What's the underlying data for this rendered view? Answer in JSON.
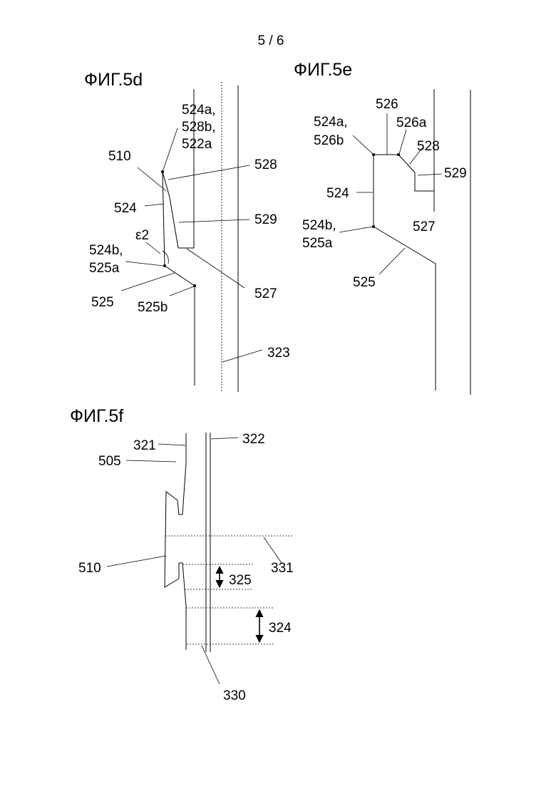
{
  "page_number": "5 / 6",
  "fig5d": {
    "title": "ФИГ.5d",
    "labels": {
      "l524a": "524a,",
      "l528b": "528b,",
      "l522a": "522a",
      "l510": "510",
      "l528": "528",
      "l524": "524",
      "l529": "529",
      "eps2": "ε2",
      "l524b": "524b,",
      "l525a": "525a",
      "l525": "525",
      "l525b": "525b",
      "l527": "527",
      "l323": "323"
    }
  },
  "fig5e": {
    "title": "ФИГ.5e",
    "labels": {
      "l526": "526",
      "l524a": "524a,",
      "l526b": "526b",
      "l526a": "526a",
      "l528": "528",
      "l529": "529",
      "l524": "524",
      "l524b": "524b,",
      "l525a": "525a",
      "l527": "527",
      "l525": "525"
    }
  },
  "fig5f": {
    "title": "ФИГ.5f",
    "labels": {
      "l321": "321",
      "l322": "322",
      "l505": "505",
      "l510": "510",
      "l331": "331",
      "l325": "325",
      "l324": "324",
      "l330": "330"
    }
  }
}
